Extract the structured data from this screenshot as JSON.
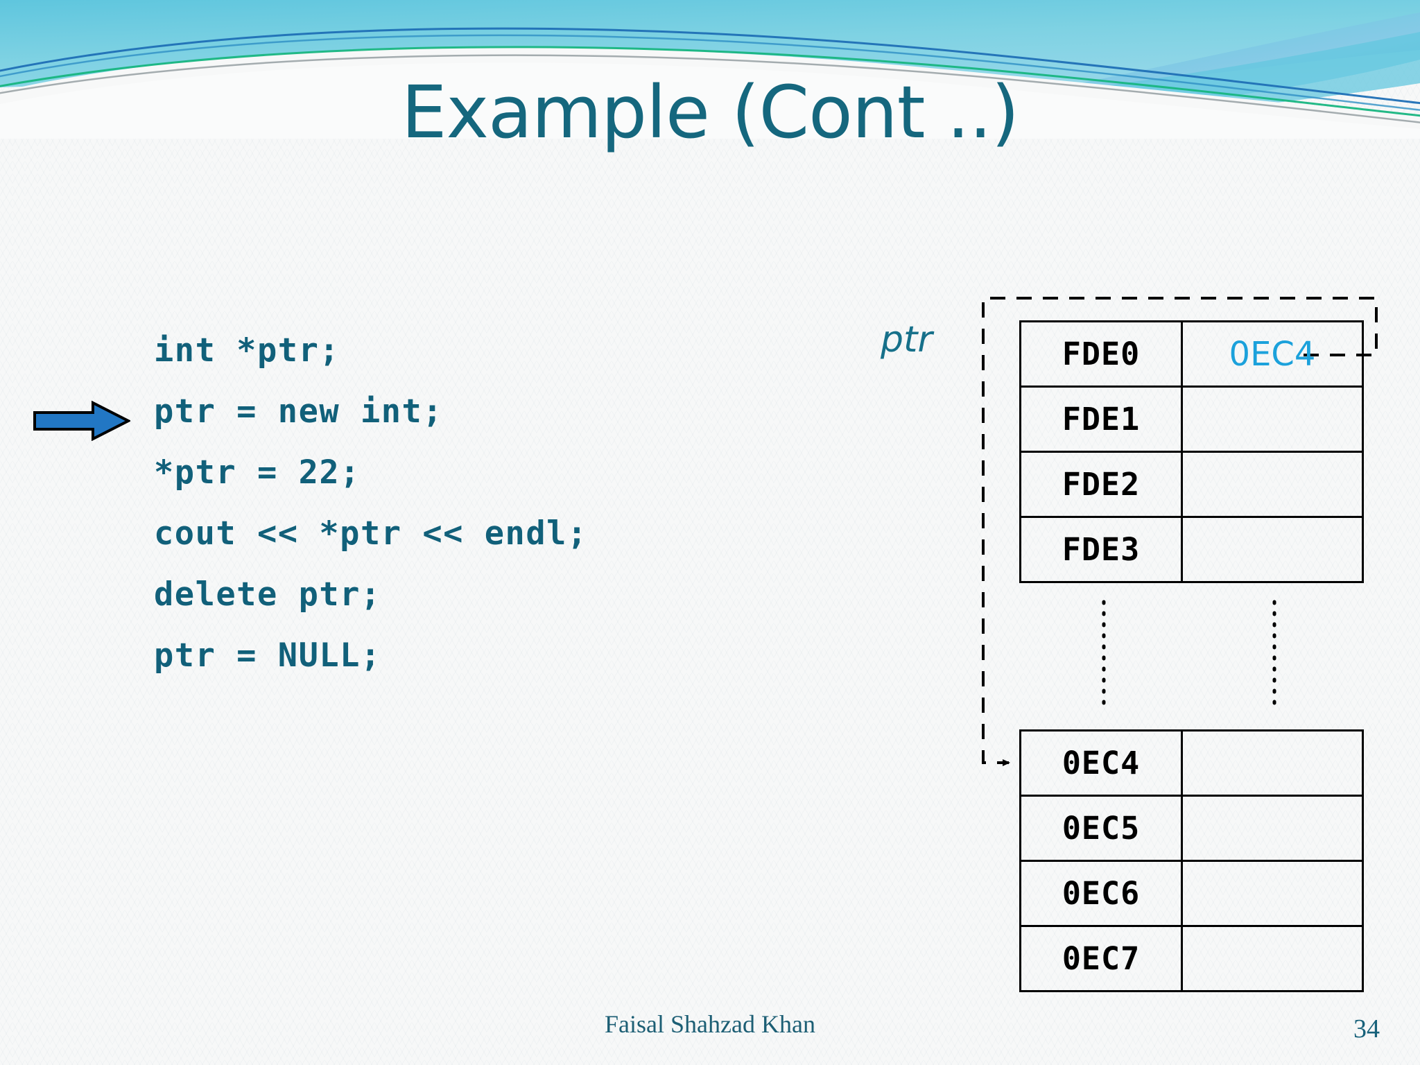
{
  "slide": {
    "title": "Example (Cont ..)",
    "page_number": "34",
    "footer_name": "Faisal Shahzad Khan",
    "accent_title_color": "#15677E",
    "code_color": "#11607A",
    "pointer_value_color": "#1BA1DB",
    "arrow_fill_color": "#2277C4",
    "banner_color": "#6ECDE2"
  },
  "code": {
    "lines": [
      "int *ptr;",
      "ptr = new int;",
      "*ptr = 22;",
      "cout << *ptr << endl;",
      "delete ptr;",
      "ptr = NULL;"
    ],
    "highlighted_line_index": 1
  },
  "diagram": {
    "pointer_label": "ptr",
    "stack_table": {
      "rows": [
        {
          "address": "FDE0",
          "value": "0EC4"
        },
        {
          "address": "FDE1",
          "value": ""
        },
        {
          "address": "FDE2",
          "value": ""
        },
        {
          "address": "FDE3",
          "value": ""
        }
      ]
    },
    "heap_table": {
      "rows": [
        {
          "address": "0EC4",
          "value": ""
        },
        {
          "address": "0EC5",
          "value": ""
        },
        {
          "address": "0EC6",
          "value": ""
        },
        {
          "address": "0EC7",
          "value": ""
        }
      ]
    }
  }
}
